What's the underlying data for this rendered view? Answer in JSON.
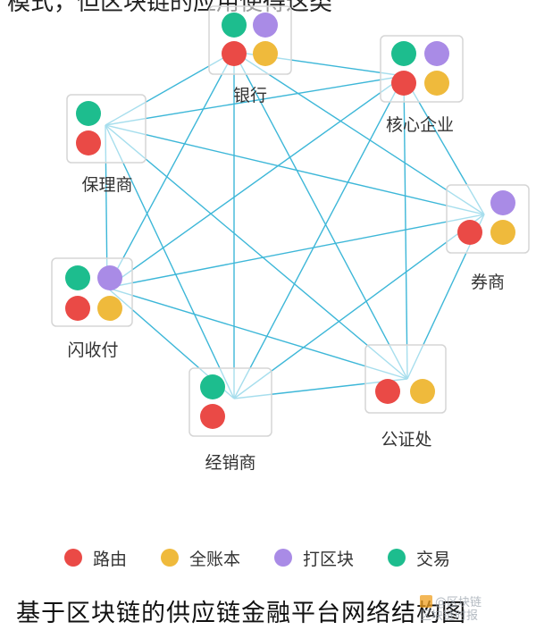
{
  "top_text": "模式，但区块链的应用使得这类",
  "colors": {
    "edge": "#3db7d8",
    "red": "#ea4a46",
    "yellow": "#efba3c",
    "purple": "#a98be6",
    "green": "#1dbd8e",
    "box_border": "#d5d5d5"
  },
  "nodes": [
    {
      "id": "bank",
      "label": "银行",
      "dots": [
        "green",
        "purple",
        "red",
        "yellow"
      ]
    },
    {
      "id": "core",
      "label": "核心企业",
      "dots": [
        "green",
        "purple",
        "red",
        "yellow"
      ]
    },
    {
      "id": "factor",
      "label": "保理商",
      "dots": [
        "green",
        "red"
      ]
    },
    {
      "id": "broker",
      "label": "券商",
      "dots": [
        "purple",
        "red",
        "yellow"
      ]
    },
    {
      "id": "shanshou",
      "label": "闪收付",
      "dots": [
        "green",
        "purple",
        "red",
        "yellow"
      ]
    },
    {
      "id": "notary",
      "label": "公证处",
      "dots": [
        "red",
        "yellow"
      ]
    },
    {
      "id": "dealer",
      "label": "经销商",
      "dots": [
        "green",
        "red"
      ]
    }
  ],
  "legend": [
    {
      "label": "路由",
      "color": "#ea4a46"
    },
    {
      "label": "全账本",
      "color": "#efba3c"
    },
    {
      "label": "打区块",
      "color": "#a98be6"
    },
    {
      "label": "交易",
      "color": "#1dbd8e"
    }
  ],
  "caption": "基于区块链的供应链金融平台网络结构图",
  "watermark": {
    "line1": "@区块链",
    "line2": "区块链时报"
  }
}
